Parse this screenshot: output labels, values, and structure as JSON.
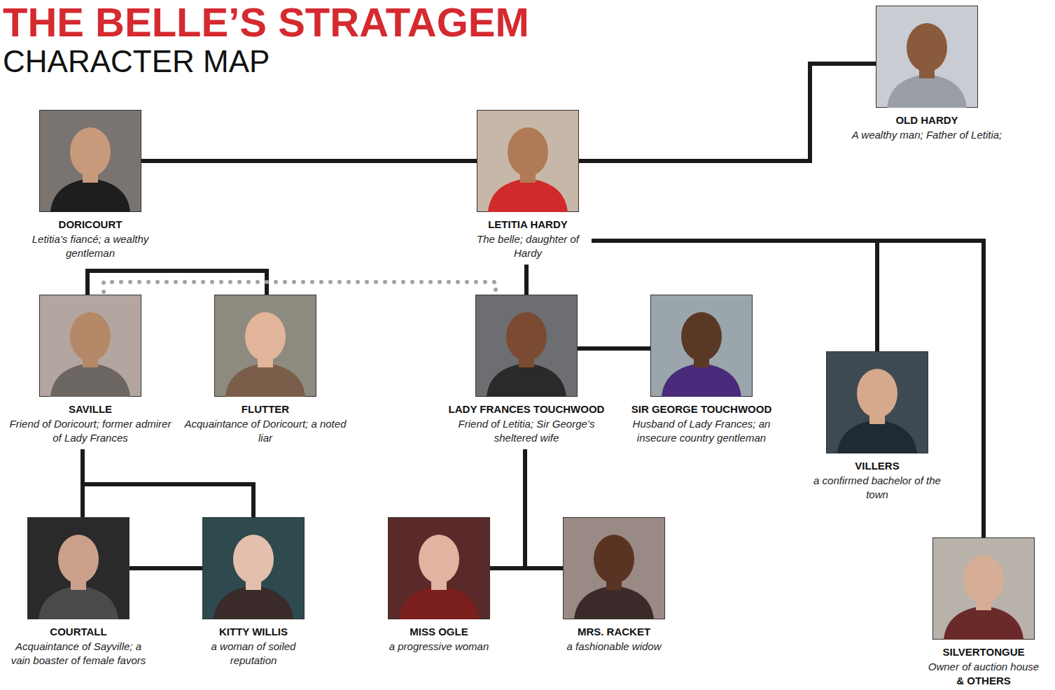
{
  "diagram": {
    "title": "THE BELLE’S STRATAGEM",
    "nodes": [
      {
        "text": [
          "OLD HARDY",
          "A wealthy man; Father of Letitia;"
        ]
      },
      {
        "text": [
          "DORICOURT",
          "Letitia’s fiancé; a wealthy gentleman"
        ]
      },
      {
        "text": [
          "LETITIA HARDY",
          "The belle; daughter of Hardy"
        ]
      },
      {
        "text": [
          "SAVILLE",
          "Friend of Doricourt; former admirer of Lady Frances"
        ]
      },
      {
        "text": [
          "FLUTTER",
          "Acquaintance of Doricourt; a noted liar"
        ]
      },
      {
        "text": [
          "LADY FRANCES TOUCHWOOD",
          "Friend of Letitia; Sir George’s sheltered wife"
        ]
      },
      {
        "text": [
          "SIR GEORGE TOUCHWOOD",
          "Husband of Lady Frances; an insecure country gentleman"
        ]
      },
      {
        "text": [
          "VILLERS",
          "a confirmed bachelor of the town"
        ]
      },
      {
        "text": [
          "COURTALL",
          "Acquaintance of Sayville; a vain boaster of female favors"
        ]
      },
      {
        "text": [
          "KITTY WILLIS",
          "a woman of soiled reputation"
        ]
      },
      {
        "text": [
          "MISS OGLE",
          "a progressive woman"
        ]
      },
      {
        "text": [
          "MRS. RACKET",
          "a fashionable widow"
        ]
      },
      {
        "text": [
          "SILVERTONGUE",
          "Owner of auction house",
          "& OTHERS"
        ]
      }
    ],
    "edges": [
      {
        "from": 1,
        "to": 2,
        "arrow": "none"
      },
      {
        "from": 2,
        "to": 0,
        "arrow": "none"
      },
      {
        "from": 3,
        "to": 4,
        "arrow": "none"
      },
      {
        "from": 3,
        "to": 5,
        "arrow": "none"
      },
      {
        "from": 2,
        "to": 5,
        "arrow": "none"
      },
      {
        "from": 5,
        "to": 6,
        "arrow": "none"
      },
      {
        "from": 2,
        "to": 7,
        "arrow": "none"
      },
      {
        "from": 2,
        "to": 12,
        "arrow": "none"
      },
      {
        "from": 3,
        "to": 8,
        "arrow": "none"
      },
      {
        "from": 3,
        "to": 9,
        "arrow": "none"
      },
      {
        "from": 8,
        "to": 9,
        "arrow": "none"
      },
      {
        "from": 5,
        "to": 10,
        "arrow": "none"
      },
      {
        "from": 5,
        "to": 11,
        "arrow": "none"
      },
      {
        "from": 10,
        "to": 11,
        "arrow": "none"
      }
    ],
    "labels": [
      "CHARACTER MAP"
    ]
  }
}
